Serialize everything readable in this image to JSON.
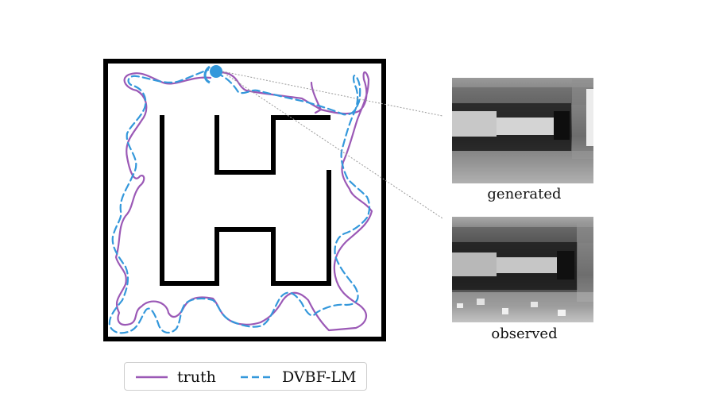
{
  "figure": {
    "legend": [
      {
        "label": "truth",
        "color": "#9b59b6",
        "style": "solid"
      },
      {
        "label": "DVBF-LM",
        "color": "#3498db",
        "style": "dashed"
      }
    ],
    "panels": [
      {
        "caption": "generated"
      },
      {
        "caption": "observed"
      }
    ],
    "colors": {
      "maze_walls": "#000000",
      "truth": "#9b59b6",
      "dvbf_lm": "#3498db",
      "agent_marker": "#3498db",
      "connector": "#9a9a9a"
    },
    "icons": [
      "agent-position-marker",
      "field-of-view-arc"
    ]
  }
}
